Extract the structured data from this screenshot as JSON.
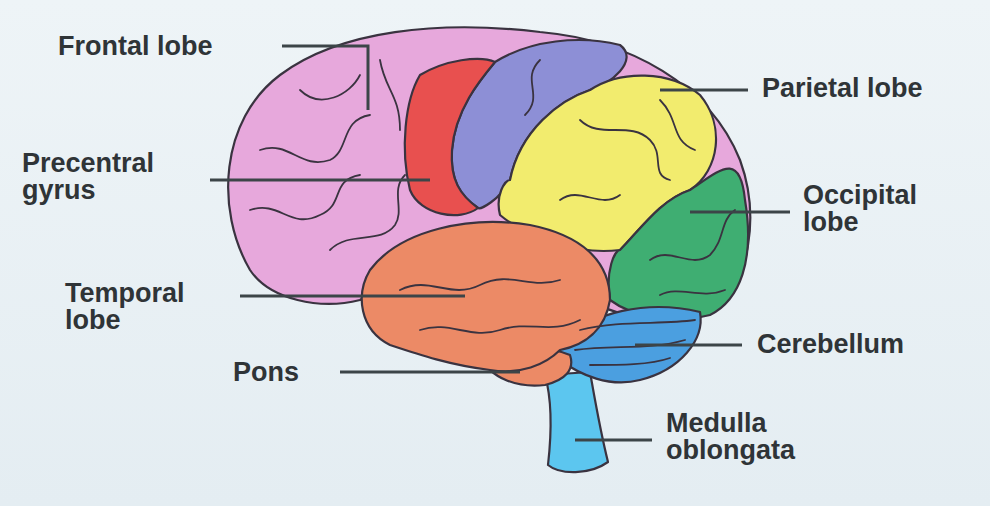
{
  "diagram": {
    "labels": [
      "Frontal lobe",
      "Parietal lobe",
      "Precentral gyrus",
      "Occipital lobe",
      "Temporal lobe",
      "Cerebellum",
      "Pons",
      "Medulla oblongata"
    ]
  }
}
